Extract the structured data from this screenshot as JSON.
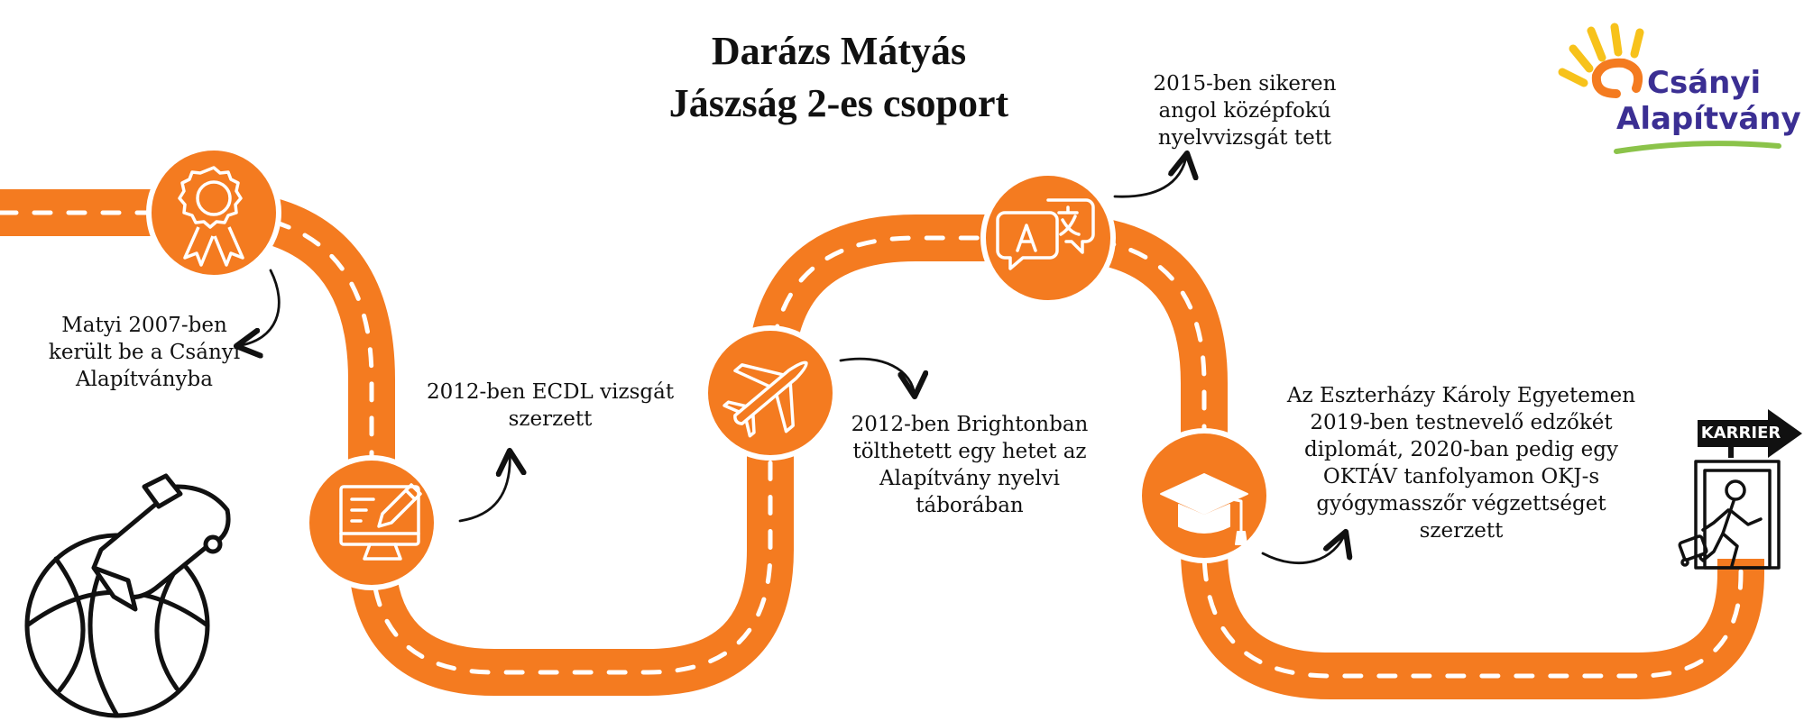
{
  "header": {
    "title_line1": "Darázs Mátyás",
    "title_line2": "Jászság 2-es csoport"
  },
  "logo": {
    "line1": "Csányi",
    "line2": "Alapítvány"
  },
  "milestones": [
    {
      "icon": "award-ribbon-icon",
      "text": [
        "Matyi 2007-ben",
        "került be a Csányi",
        "Alapítványba"
      ]
    },
    {
      "icon": "computer-certificate-icon",
      "text": [
        "2012-ben ECDL vizsgát",
        "szerzett"
      ]
    },
    {
      "icon": "airplane-icon",
      "text": [
        "2012-ben Brightonban",
        "tölthetett egy hetet az",
        "Alapítvány nyelvi",
        "táborában"
      ]
    },
    {
      "icon": "translation-icon",
      "text": [
        "2015-ben sikeren",
        "angol középfokú",
        "nyelvvizsgát tett"
      ]
    },
    {
      "icon": "graduation-cap-icon",
      "text": [
        "Az Eszterházy Károly Egyetemen",
        "2019-ben testnevelő edzőkét",
        "diplomát, 2020-ban pedig egy",
        "OKTÁV tanfolyamon OKJ-s",
        "gyógymasszőr végzettséget",
        "szerzett"
      ]
    }
  ],
  "end": {
    "label": "KARRIER",
    "icon": "exit-door-person-icon"
  },
  "decoration": {
    "icon": "whistle-basketball-icon"
  },
  "colors": {
    "road": "#f47b20",
    "accent_purple": "#3b2f93",
    "accent_green": "#8bc34a",
    "accent_yellow": "#f7c21b",
    "dark": "#111111"
  }
}
